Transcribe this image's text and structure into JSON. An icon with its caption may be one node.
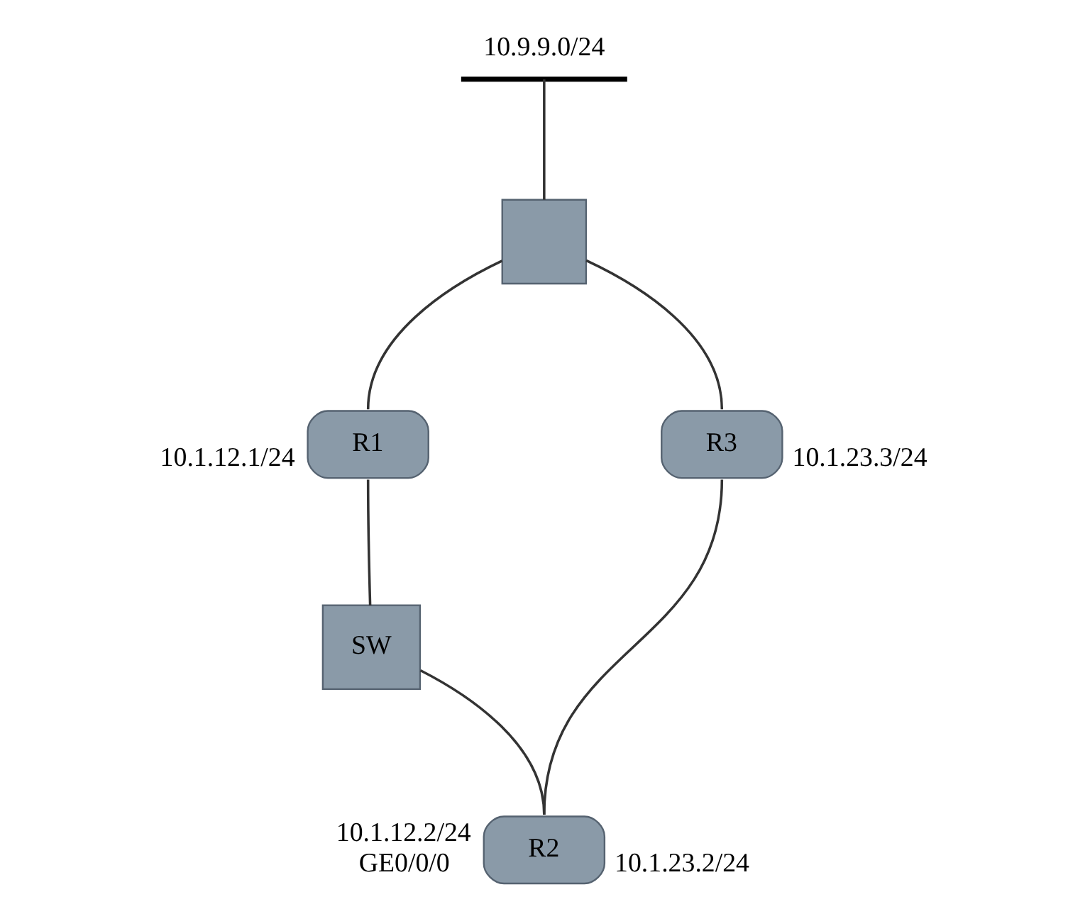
{
  "diagram": {
    "nodes": [
      {
        "text": [
          "10.9.9.0/24"
        ]
      },
      {
        "text": [],
        "shape": "box"
      },
      {
        "text": [
          "R1"
        ],
        "beside": [
          "10.1.12.1/24"
        ]
      },
      {
        "text": [
          "R3"
        ],
        "beside": [
          "10.1.23.3/24"
        ]
      },
      {
        "text": [
          "SW"
        ]
      },
      {
        "text": [
          "R2"
        ],
        "beside": [
          "10.1.12.2/24",
          "GE0/0/0",
          "10.1.23.2/24"
        ]
      }
    ],
    "edges": [
      {
        "from": 0,
        "to": 1,
        "arrow": "none"
      },
      {
        "from": 1,
        "to": 2,
        "arrow": "none"
      },
      {
        "from": 1,
        "to": 3,
        "arrow": "none"
      },
      {
        "from": 2,
        "to": 4,
        "arrow": "none"
      },
      {
        "from": 4,
        "to": 5,
        "arrow": "none"
      },
      {
        "from": 3,
        "to": 5,
        "arrow": "none"
      }
    ]
  }
}
